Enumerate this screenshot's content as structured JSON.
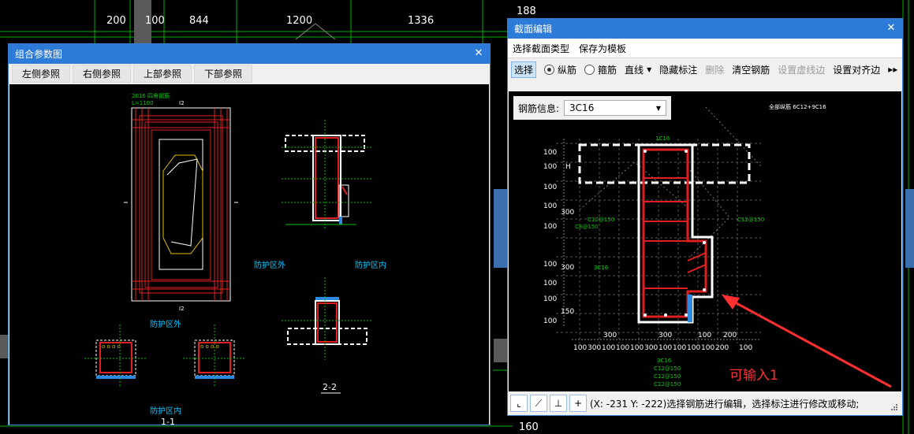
{
  "background": {
    "dims": [
      "200",
      "100",
      "844",
      "1200",
      "1336",
      "188",
      "160"
    ]
  },
  "combo_window": {
    "title": "组合参数图",
    "tabs": [
      "左侧参照",
      "右侧参照",
      "上部参照",
      "下部参照"
    ],
    "labels": {
      "zone_out_1": "防护区外",
      "zone_in_1": "防护区内",
      "zone_out_2": "防护区外",
      "zone_in_2": "防护区内",
      "section_11": "1-1",
      "section_22": "2-2",
      "side_1": "1",
      "side_2": "1",
      "top_note": "2016 四角钢筋",
      "top_sub": "L=1100",
      "mark_top": "I2",
      "mark_bottom": "I2"
    }
  },
  "section_window": {
    "title": "截面编辑",
    "menu": [
      "选择截面类型",
      "保存为模板"
    ],
    "tools": {
      "select": "选择",
      "longitudinal": "纵筋",
      "stirrup": "箍筋",
      "line": "直线",
      "hide_dim": "隐藏标注",
      "delete": "删除",
      "clear_rebar": "清空钢筋",
      "set_dashed": "设置虚线边",
      "set_align": "设置对齐边"
    },
    "rebar_info_label": "钢筋信息:",
    "rebar_info_value": "3C16",
    "drawing": {
      "all_long": "全部纵筋  6C12+9C16",
      "left_dims": [
        "100",
        "100",
        "H",
        "100",
        "100",
        "300",
        "100",
        "100",
        "300",
        "100",
        "100",
        "150",
        "100"
      ],
      "bottom_dims": [
        "100",
        "300",
        "100",
        "100",
        "100",
        "300",
        "100",
        "100",
        "100",
        "100",
        "200",
        "100"
      ],
      "bottom_dims_major": [
        "300",
        "300",
        "100",
        "200"
      ],
      "tag_c12_left1": "C12@150",
      "tag_c8": "C8@150",
      "tag_c12_right": "C12@150",
      "tag_3c16_left": "3C16",
      "tag_top": "1C16",
      "tag_bottom": [
        "3C16",
        "C12@150",
        "C12@150",
        "C12@150"
      ],
      "annotation": "可输入1"
    },
    "status_text": "(X: -231 Y: -222)选择钢筋进行编辑，选择标注进行修改或移动;"
  },
  "colors": {
    "accent": "#2d7bd8",
    "rebar": "#e02020",
    "cad_green": "#00c000",
    "annotation": "#ff3030"
  }
}
